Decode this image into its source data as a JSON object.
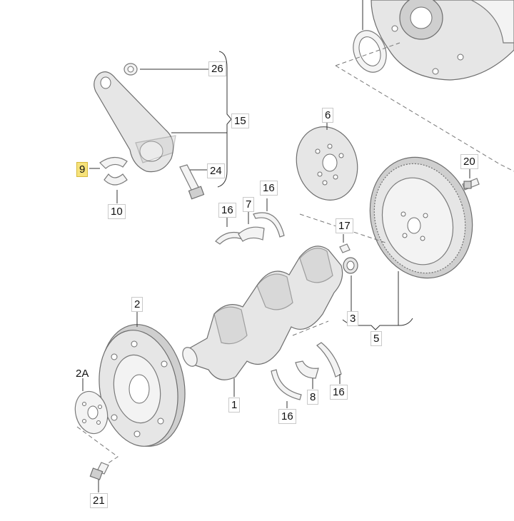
{
  "labels": {
    "l26": "26",
    "l15": "15",
    "l24": "24",
    "l9": "9",
    "l10": "10",
    "l6": "6",
    "l20": "20",
    "l16a": "16",
    "l7": "7",
    "l16b": "16",
    "l17": "17",
    "l2": "2",
    "l3": "3",
    "l5": "5",
    "l2a": "2A",
    "l1": "1",
    "l8": "8",
    "l16c": "16",
    "l16d": "16",
    "l21": "21"
  },
  "colors": {
    "highlight": "#f6e27a",
    "part_fill": "#e6e6e6",
    "part_stroke": "#6e6e6e"
  }
}
